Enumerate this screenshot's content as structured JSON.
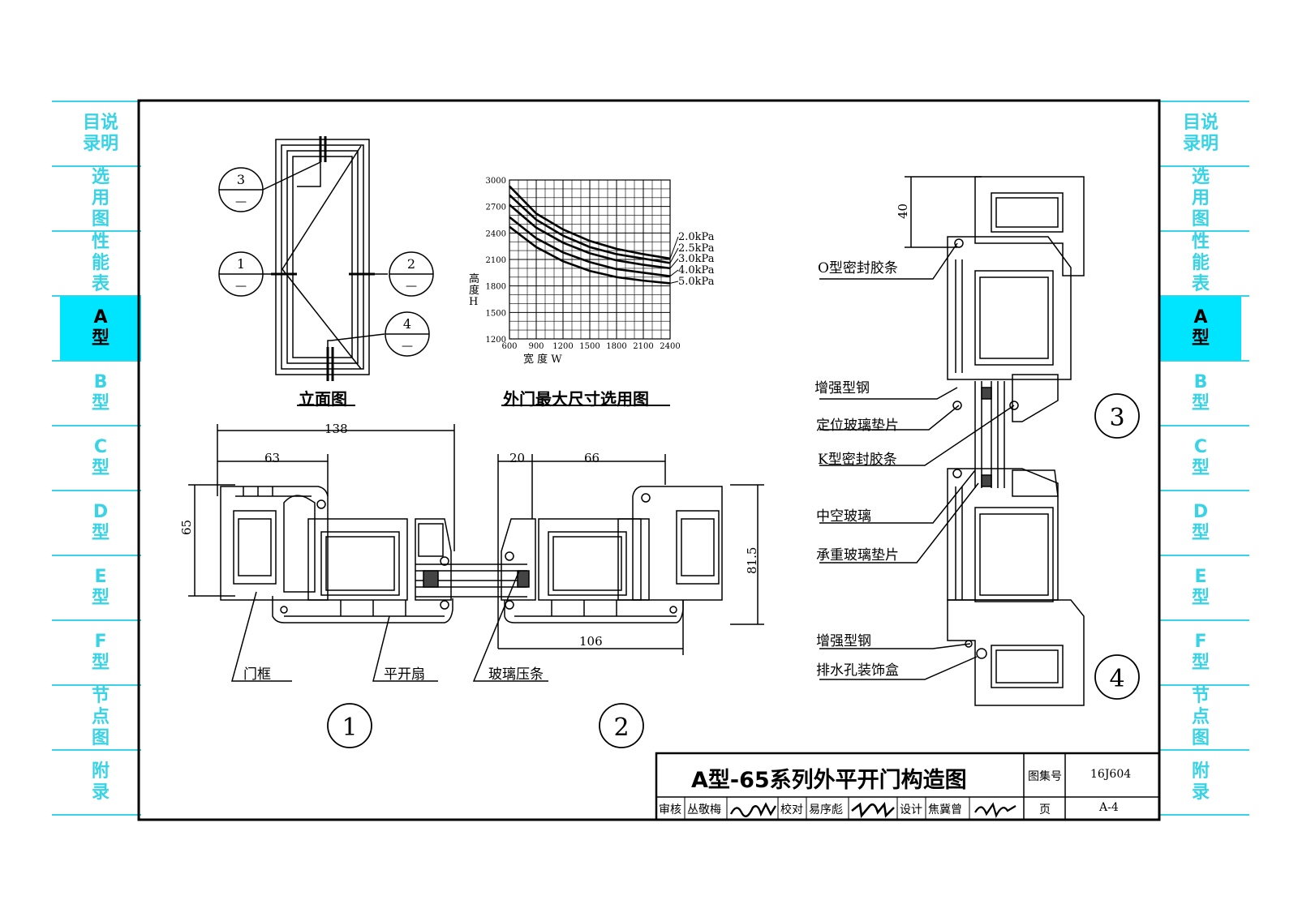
{
  "sidebar_left": [
    {
      "label": "目说\n录明",
      "active": false
    },
    {
      "label": "选\n用\n图",
      "active": false
    },
    {
      "label": "性\n能\n表",
      "active": false
    },
    {
      "label": "A\n型",
      "active": true
    },
    {
      "label": "B\n型",
      "active": false
    },
    {
      "label": "C\n型",
      "active": false
    },
    {
      "label": "D\n型",
      "active": false
    },
    {
      "label": "E\n型",
      "active": false
    },
    {
      "label": "F\n型",
      "active": false
    },
    {
      "label": "节\n点\n图",
      "active": false
    },
    {
      "label": "附\n录",
      "active": false
    }
  ],
  "sidebar_right": [
    {
      "label": "目说\n录明",
      "active": false
    },
    {
      "label": "选\n用\n图",
      "active": false
    },
    {
      "label": "性\n能\n表",
      "active": false
    },
    {
      "label": "A\n型",
      "active": true
    },
    {
      "label": "B\n型",
      "active": false
    },
    {
      "label": "C\n型",
      "active": false
    },
    {
      "label": "D\n型",
      "active": false
    },
    {
      "label": "E\n型",
      "active": false
    },
    {
      "label": "F\n型",
      "active": false
    },
    {
      "label": "节\n点\n图",
      "active": false
    },
    {
      "label": "附\n录",
      "active": false
    }
  ],
  "elevation": {
    "title": "立面图",
    "markers": [
      {
        "num": "1",
        "sub": "—"
      },
      {
        "num": "2",
        "sub": "—"
      },
      {
        "num": "3",
        "sub": "—"
      },
      {
        "num": "4",
        "sub": "—"
      }
    ]
  },
  "size_chart": {
    "title": "外门最大尺寸选用图",
    "x_label": "宽 度  W",
    "y_label": "高 度 H"
  },
  "chart_data": {
    "type": "line",
    "x": [
      600,
      900,
      1200,
      1500,
      1800,
      2100,
      2400
    ],
    "xlim": [
      600,
      2400
    ],
    "ylim": [
      1200,
      3000
    ],
    "x_ticks": [
      "600",
      "900",
      "1200",
      "1500",
      "1800",
      "2100",
      "2400"
    ],
    "y_ticks": [
      "3000",
      "2700",
      "2400",
      "2100",
      "1800",
      "1500",
      "1200"
    ],
    "grid": true,
    "series": [
      {
        "name": "2.0kPa",
        "values": [
          2930,
          2620,
          2440,
          2310,
          2220,
          2160,
          2110
        ]
      },
      {
        "name": "2.5kPa",
        "values": [
          2830,
          2550,
          2370,
          2240,
          2160,
          2110,
          2060
        ]
      },
      {
        "name": "3.0kPa",
        "values": [
          2720,
          2460,
          2290,
          2170,
          2090,
          2040,
          2000
        ]
      },
      {
        "name": "4.0kPa",
        "values": [
          2580,
          2340,
          2180,
          2070,
          1990,
          1950,
          1910
        ]
      },
      {
        "name": "5.0kPa",
        "values": [
          2470,
          2240,
          2080,
          1970,
          1900,
          1860,
          1830
        ]
      }
    ]
  },
  "section1": {
    "dims": [
      "138",
      "63",
      "65"
    ],
    "labels": [
      "门框",
      "平开扇"
    ],
    "marker": "1"
  },
  "section2": {
    "dims": [
      "20",
      "66",
      "81.5",
      "106"
    ],
    "labels": [
      "玻璃压条"
    ],
    "marker": "2"
  },
  "section34": {
    "dims": [
      "40"
    ],
    "labels": [
      "O型密封胶条",
      "增强型钢",
      "定位玻璃垫片",
      "K型密封胶条",
      "中空玻璃",
      "承重玻璃垫片",
      "增强型钢",
      "排水孔装饰盒"
    ],
    "markers": [
      "3",
      "4"
    ]
  },
  "title_block": {
    "title": "A型-65系列外平开门构造图",
    "atlas_label": "图集号",
    "atlas_no": "16J604",
    "page_label": "页",
    "page_no": "A-4",
    "review_label": "审核",
    "reviewer": "丛敬梅",
    "check_label": "校对",
    "checker": "易序彪",
    "design_label": "设计",
    "designer": "焦冀曾",
    "signatures": [
      "丛敬梅",
      "易序彪",
      "焦冀曾"
    ]
  },
  "colors": {
    "accent": "#39d3e6",
    "active_tab": "#00e5ff",
    "ink": "#000000"
  }
}
